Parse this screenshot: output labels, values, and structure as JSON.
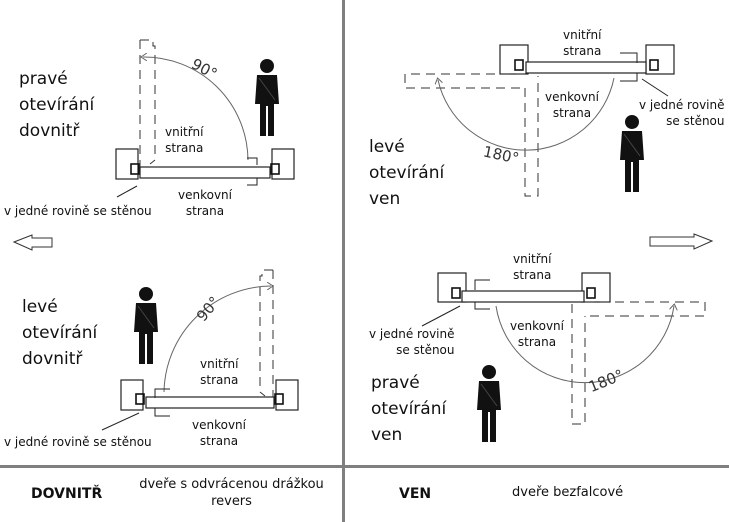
{
  "panels": {
    "top_left": {
      "title": [
        "pravé",
        "otevírání",
        "dovnitř"
      ],
      "inner_label": [
        "vnitřní",
        "strana"
      ],
      "outer_label": [
        "venkovní",
        "strana"
      ],
      "angle": "90°",
      "flush_note": "v jedné rovině se stěnou"
    },
    "bottom_left": {
      "title": [
        "levé",
        "otevírání",
        "dovnitř"
      ],
      "inner_label": [
        "vnitřní",
        "strana"
      ],
      "outer_label": [
        "venkovní",
        "strana"
      ],
      "angle": "90°",
      "flush_note": "v jedné rovině se stěnou"
    },
    "top_right": {
      "title": [
        "levé",
        "otevírání",
        "ven"
      ],
      "inner_label": [
        "vnitřní",
        "strana"
      ],
      "outer_label": [
        "venkovní",
        "strana"
      ],
      "angle": "180°",
      "flush_note": [
        "v jedné rovině",
        "se stěnou"
      ]
    },
    "bottom_right": {
      "title": [
        "pravé",
        "otevírání",
        "ven"
      ],
      "inner_label": [
        "vnitřní",
        "strana"
      ],
      "outer_label": [
        "venkovní",
        "strana"
      ],
      "angle": "180°",
      "flush_note": [
        "v jedné rovině",
        "se stěnou"
      ]
    }
  },
  "arrows": {
    "left": "arrow-left",
    "right": "arrow-right"
  },
  "footer": {
    "inward": {
      "label": "DOVNITŘ",
      "desc": [
        "dveře s odvrácenou drážkou",
        "revers"
      ]
    },
    "outward": {
      "label": "VEN",
      "desc": "dveře bezfalcové"
    }
  },
  "colors": {
    "divider": "#7f7f7f",
    "line": "#222222",
    "arc": "#666666"
  }
}
